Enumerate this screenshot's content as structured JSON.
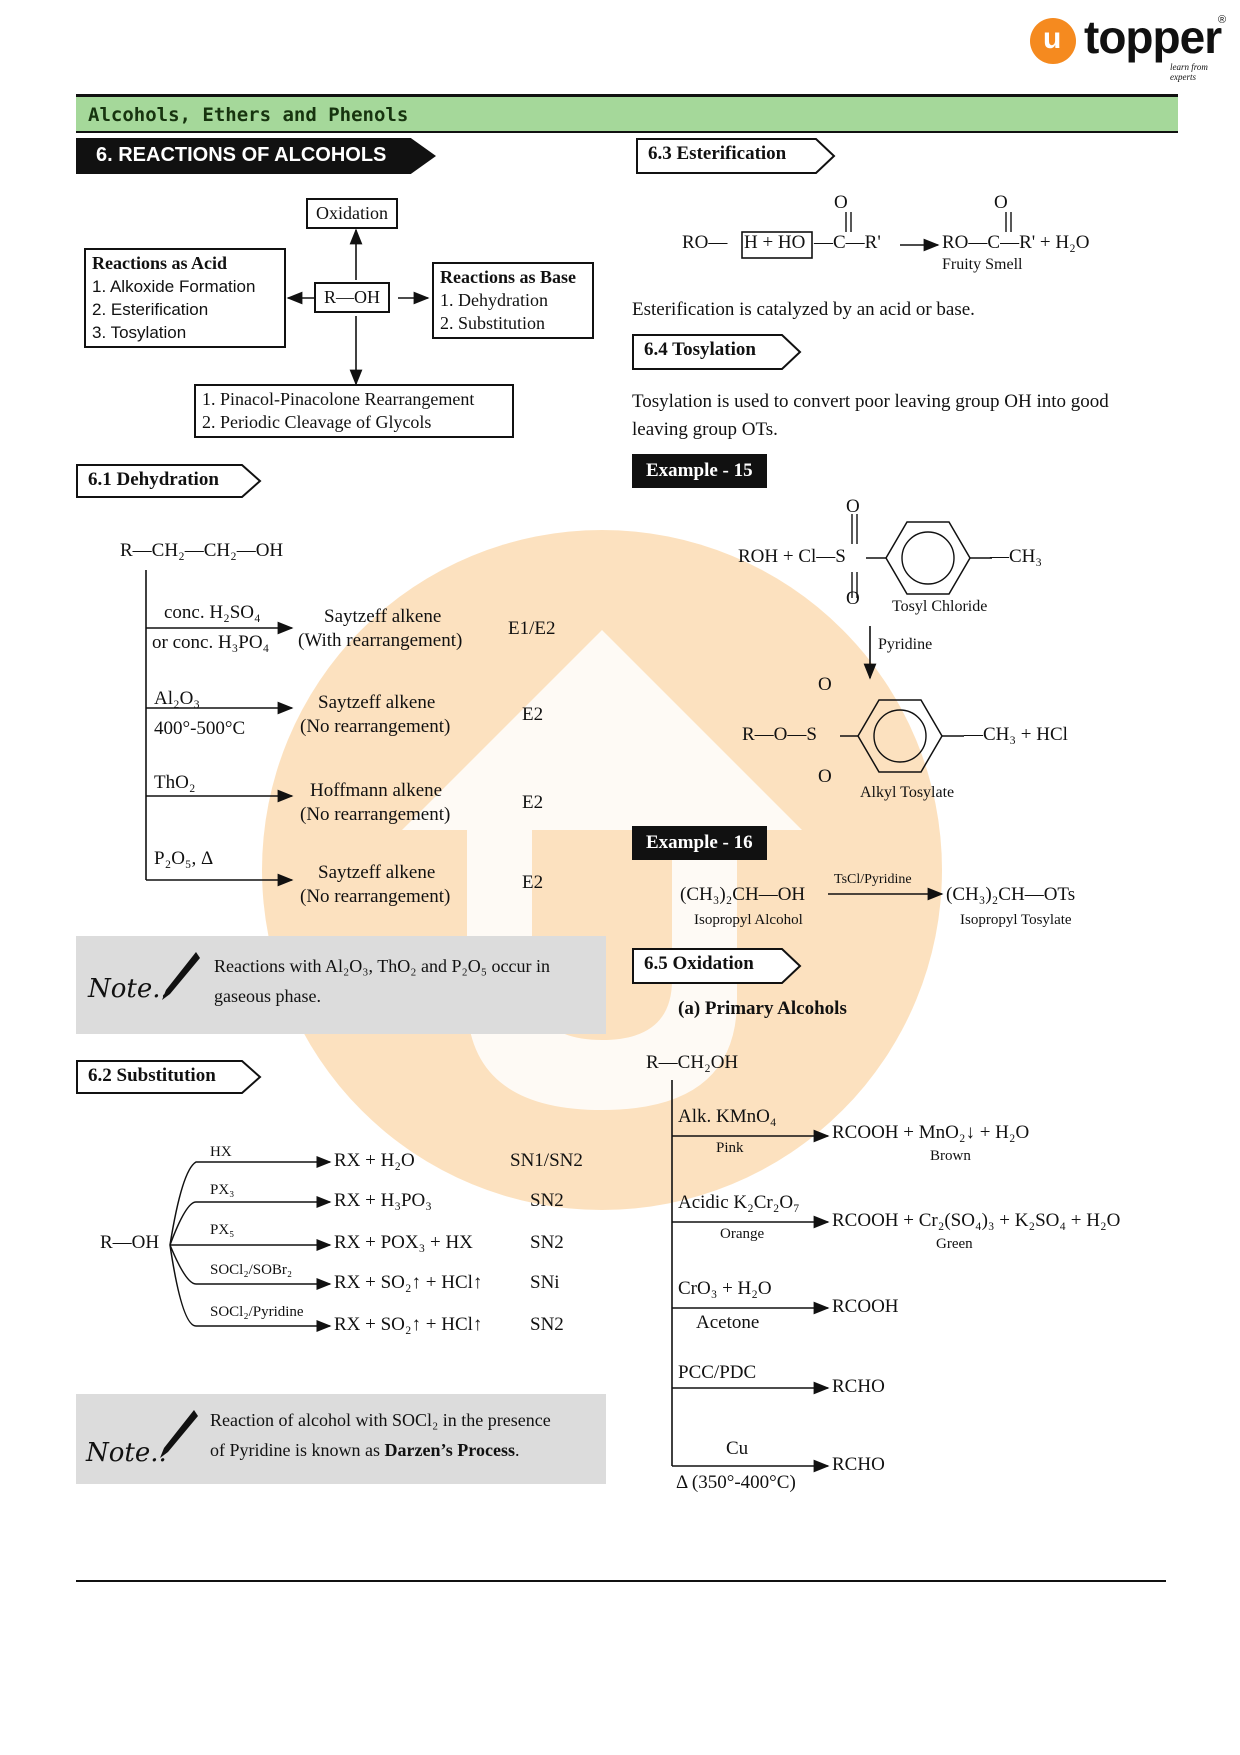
{
  "header": {
    "brand": "topper",
    "brand_initial": "u",
    "registered": "®",
    "tagline": "learn from experts",
    "chapter": "Alcohols, Ethers and Phenols",
    "section": "6.  REACTIONS OF ALCOHOLS"
  },
  "overview": {
    "center": "R—OH",
    "top": "Oxidation",
    "acid_title": "Reactions as Acid",
    "acid_items": [
      "1. Alkoxide Formation",
      "2. Esterification",
      "3. Tosylation"
    ],
    "base_title": "Reactions as Base",
    "base_items": [
      "1. Dehydration",
      "2. Substitution"
    ],
    "bottom_items": [
      "1. Pinacol-Pinacolone Rearrangement",
      "2. Periodic Cleavage of Glycols"
    ]
  },
  "dehydration": {
    "heading": "6.1 Dehydration",
    "start": "R—CH₂—CH₂—OH",
    "rows": [
      {
        "reagent1": "conc. H₂SO₄",
        "reagent2": "or conc. H₃PO₄",
        "product1": "Saytzeff alkene",
        "product2": "(With rearrangement)",
        "mech": "E1/E2"
      },
      {
        "reagent1": "Al₂O₃",
        "reagent2": "400°-500°C",
        "product1": "Saytzeff alkene",
        "product2": "(No rearrangement)",
        "mech": "E2"
      },
      {
        "reagent1": "ThO₂",
        "reagent2": "",
        "product1": "Hoffmann alkene",
        "product2": "(No rearrangement)",
        "mech": "E2"
      },
      {
        "reagent1": "P₂O₅, Δ",
        "reagent2": "",
        "product1": "Saytzeff alkene",
        "product2": "(No rearrangement)",
        "mech": "E2"
      }
    ],
    "note_label": "Note..",
    "note_line1": "Reactions with Al₂O₃, ThO₂ and P₂O₅ occur in",
    "note_line2": "gaseous  phase."
  },
  "substitution": {
    "heading": "6.2 Substitution",
    "start": "R—OH",
    "rows": [
      {
        "reagent": "HX",
        "product": "RX + H₂O",
        "mech": "SN1/SN2"
      },
      {
        "reagent": "PX₃",
        "product": "RX + H₃PO₃",
        "mech": "SN2"
      },
      {
        "reagent": "PX₅",
        "product": "RX + POX₃ + HX",
        "mech": "SN2"
      },
      {
        "reagent": "SOCl₂/SOBr₂",
        "product": "RX + SO₂↑ + HCl↑",
        "mech": "SNi"
      },
      {
        "reagent": "SOCl₂/Pyridine",
        "product": "RX + SO₂↑ + HCl↑",
        "mech": "SN2"
      }
    ],
    "note_label": "Note..",
    "note_line1": "Reaction of alcohol with SOCl₂ in the presence",
    "note_line2_pre": "of Pyridine is known as ",
    "note_line2_bold": "Darzen’s Process",
    "note_line2_post": "."
  },
  "esterification": {
    "heading": "6.3 Esterification",
    "eq_left1": "RO—",
    "eq_box": "H + HO",
    "eq_left2": "—C—R'",
    "eq_right": "RO—C—R' + H₂O",
    "o_label": "O",
    "product_name": "Fruity Smell",
    "text": "Esterification is catalyzed by an acid or base."
  },
  "tosylation": {
    "heading": "6.4 Tosylation",
    "text1": "Tosylation is used to convert poor leaving group OH into good",
    "text2": "leaving group OTs.",
    "ex15": "Example - 15",
    "ex15_left": "ROH + Cl—S",
    "ex15_ch3": "—CH₃",
    "ex15_name": "Tosyl Chloride",
    "ex15_reagent": "Pyridine",
    "ex15_prod_left": "R—O—S",
    "ex15_prod_right": "—CH₃ + HCl",
    "ex15_prod_name": "Alkyl Tosylate",
    "ex16": "Example - 16",
    "ex16_left": "(CH₃)₂CH—OH",
    "ex16_left_name": "Isopropyl Alcohol",
    "ex16_reagent": "TsCl/Pyridine",
    "ex16_right": "(CH₃)₂CH—OTs",
    "ex16_right_name": "Isopropyl Tosylate"
  },
  "oxidation": {
    "heading": "6.5 Oxidation",
    "sub": "(a) Primary Alcohols",
    "start": "R—CH₂OH",
    "rows": [
      {
        "reagent1": "Alk. KMnO₄",
        "reagent2": "Pink",
        "product": "RCOOH + MnO₂↓ + H₂O",
        "product_note": "Brown"
      },
      {
        "reagent1": "Acidic K₂Cr₂O₇",
        "reagent2": "Orange",
        "product": "RCOOH + Cr₂(SO₄)₃ + K₂SO₄ + H₂O",
        "product_note": "Green"
      },
      {
        "reagent1": "CrO₃ + H₂O",
        "reagent2": "Acetone",
        "product": "RCOOH",
        "product_note": ""
      },
      {
        "reagent1": "PCC/PDC",
        "reagent2": "",
        "product": "RCHO",
        "product_note": ""
      },
      {
        "reagent1": "Cu",
        "reagent2": "Δ (350°-400°C)",
        "product": "RCHO",
        "product_note": ""
      }
    ]
  },
  "colors": {
    "chapter_bar": "#a5d89a",
    "note_bg": "#dcdcdc",
    "watermark": "#f7a53a",
    "logo": "#f58a1f"
  }
}
